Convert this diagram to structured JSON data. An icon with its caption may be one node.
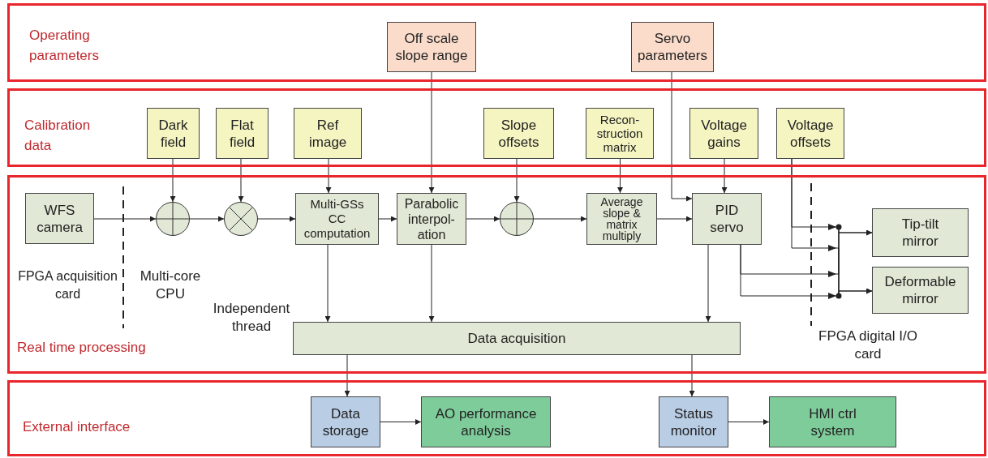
{
  "diagram": {
    "nodes": [
      {
        "text": [
          "Operating parameters"
        ]
      },
      {
        "text": [
          "Off scale slope range"
        ],
        "in": 0
      },
      {
        "text": [
          "Servo parameters"
        ],
        "in": 0
      },
      {
        "text": [
          "Calibration data"
        ]
      },
      {
        "text": [
          "Dark field"
        ],
        "in": 3
      },
      {
        "text": [
          "Flat field"
        ],
        "in": 3
      },
      {
        "text": [
          "Ref image"
        ],
        "in": 3
      },
      {
        "text": [
          "Slope offsets"
        ],
        "in": 3
      },
      {
        "text": [
          "Recon- struction matrix"
        ],
        "in": 3
      },
      {
        "text": [
          "Voltage gains"
        ],
        "in": 3
      },
      {
        "text": [
          "Voltage offsets"
        ],
        "in": 3
      },
      {
        "text": [
          "Real time processing"
        ]
      },
      {
        "text": [
          "WFS camera"
        ],
        "in": 11
      },
      {
        "text": [],
        "shape": "circle",
        "in": 11
      },
      {
        "text": [],
        "shape": "circle",
        "in": 11
      },
      {
        "text": [
          "Multi-GSs CC computation"
        ],
        "in": 11
      },
      {
        "text": [
          "Parabolic interpol- ation"
        ],
        "in": 11
      },
      {
        "text": [],
        "shape": "circle",
        "in": 11
      },
      {
        "text": [
          "Average slope & matrix multiply"
        ],
        "in": 11
      },
      {
        "text": [
          "PID servo"
        ],
        "in": 11
      },
      {
        "text": [
          "Tip-tilt mirror"
        ],
        "in": 11
      },
      {
        "text": [
          "Deformable mirror"
        ],
        "in": 11
      },
      {
        "text": [
          "Data acquisition"
        ],
        "in": 11
      },
      {
        "text": [
          "External interface"
        ]
      },
      {
        "text": [
          "Data storage"
        ],
        "in": 23
      },
      {
        "text": [
          "AO performance analysis"
        ],
        "in": 23
      },
      {
        "text": [
          "Status monitor"
        ],
        "in": 23
      },
      {
        "text": [
          "HMI ctrl system"
        ],
        "in": 23
      }
    ],
    "edges": [
      {
        "from": 4,
        "to": 13,
        "arrow": "to"
      },
      {
        "from": 5,
        "to": 14,
        "arrow": "to"
      },
      {
        "from": 6,
        "to": 15,
        "arrow": "to"
      },
      {
        "from": 1,
        "to": 16,
        "arrow": "to"
      },
      {
        "from": 7,
        "to": 17,
        "arrow": "to"
      },
      {
        "from": 8,
        "to": 18,
        "arrow": "to"
      },
      {
        "from": 2,
        "to": 19,
        "arrow": "to"
      },
      {
        "from": 9,
        "to": 19,
        "arrow": "to"
      },
      {
        "from": 12,
        "to": 13,
        "arrow": "to"
      },
      {
        "from": 13,
        "to": 14,
        "arrow": "to"
      },
      {
        "from": 14,
        "to": 15,
        "arrow": "to"
      },
      {
        "from": 15,
        "to": 16,
        "arrow": "to"
      },
      {
        "from": 16,
        "to": 17,
        "arrow": "to"
      },
      {
        "from": 17,
        "to": 18,
        "arrow": "to"
      },
      {
        "from": 18,
        "to": 19,
        "arrow": "to"
      },
      {
        "from": 15,
        "to": 22,
        "arrow": "to"
      },
      {
        "from": 16,
        "to": 22,
        "arrow": "to"
      },
      {
        "from": 19,
        "to": 22,
        "arrow": "to"
      },
      {
        "from": 10,
        "to": 20,
        "arrow": "to"
      },
      {
        "from": 10,
        "to": 21,
        "arrow": "to"
      },
      {
        "from": 19,
        "to": 20,
        "arrow": "to"
      },
      {
        "from": 19,
        "to": 21,
        "arrow": "to"
      },
      {
        "from": 22,
        "to": 24,
        "arrow": "to"
      },
      {
        "from": 22,
        "to": 26,
        "arrow": "to"
      },
      {
        "from": 24,
        "to": 25,
        "arrow": "to"
      },
      {
        "from": 26,
        "to": 27,
        "arrow": "to"
      }
    ],
    "labels": [
      "FPGA acquisition card",
      "Multi-core CPU",
      "Independent thread",
      "FPGA digital I/O card"
    ]
  }
}
